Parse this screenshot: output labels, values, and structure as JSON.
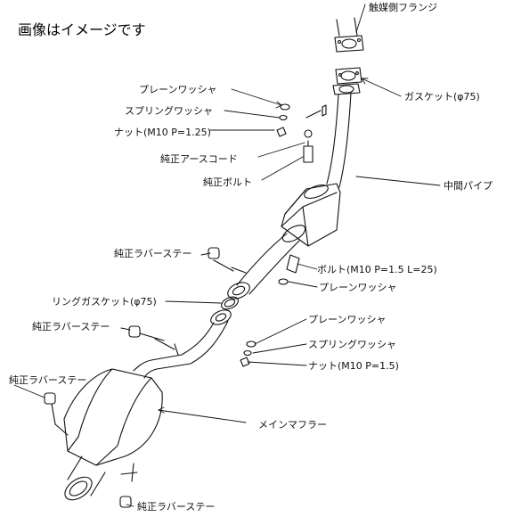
{
  "note": "画像はイメージです",
  "labels": {
    "catalyst_flange": "触媒側フランジ",
    "gasket_75": "ガスケット(φ75)",
    "plain_washer_top": "プレーンワッシャ",
    "spring_washer_top": "スプリングワッシャ",
    "nut_top": "ナット(M10 P=1.25)",
    "ground_cord": "純正アースコード",
    "oem_bolt": "純正ボルト",
    "center_pipe": "中間パイプ",
    "rubber_stay_1": "純正ラバーステー",
    "bolt_m10": "ボルト(M10 P=1.5 L=25)",
    "plain_washer_mid": "プレーンワッシャ",
    "ring_gasket_75": "リングガスケット(φ75)",
    "rubber_stay_2": "純正ラバーステー",
    "plain_washer_low": "プレーンワッシャ",
    "spring_washer_low": "スプリングワッシャ",
    "nut_low": "ナット(M10 P=1.5)",
    "rubber_stay_3": "純正ラバーステー",
    "main_muffler": "メインマフラー",
    "rubber_stay_4": "純正ラバーステー"
  }
}
